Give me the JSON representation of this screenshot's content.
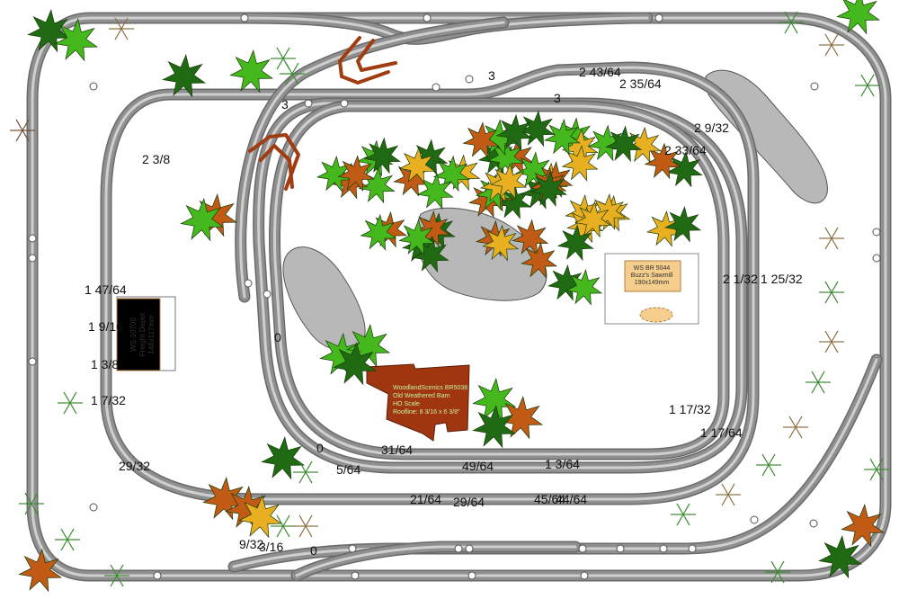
{
  "colors": {
    "rail": "#8f8f8f",
    "rail_edge": "#6a6a6a",
    "rail_center": "#cfcfcf",
    "rock": "#b8b8b8",
    "rock_edge": "#555555",
    "barn": "#a0360f",
    "depot": "#f5cd8c",
    "bridge": "#a13c10",
    "tree_light": "#44b81c",
    "tree_dark": "#1f6a12",
    "tree_autumn": "#c05a14",
    "tree_yellow": "#e8b020"
  },
  "labels": {
    "l_2_3_8": "2 3/8",
    "l_1_47_64": "1 47/64",
    "l_1_9_16": "1 9/16",
    "l_1_3_8": "1 3/8",
    "l_1_7_32": "1 7/32",
    "l_29_32": "29/32",
    "l_9_32": "9/32",
    "l_3_16": "3/16",
    "l_0_bottom": "0",
    "l_3_a": "3",
    "l_3_b": "3",
    "l_3_c": "3",
    "l_2_43_64": "2 43/64",
    "l_2_35_64": "2 35/64",
    "l_2_9_32": "2 9/32",
    "l_2_33_64": "2 33/64",
    "l_2_1_32": "2 1/32",
    "l_1_25_32": "1 25/32",
    "l_1_17_32": "1 17/32",
    "l_1_17_64": "1 17/64",
    "l_0_mid": "0",
    "l_0_inner": "0",
    "l_5_64": "5/64",
    "l_31_64": "31/64",
    "l_49_64": "49/64",
    "l_1_3_64": "1 3/64",
    "l_21_64": "21/64",
    "l_29_64": "29/64",
    "l_45_64": "45/64",
    "l_44_64": "44/64"
  },
  "buildings": {
    "depot": {
      "line1": "WS-10700",
      "line2": "Freight Depot",
      "line3": "148x117mm"
    },
    "barn": {
      "line1": "WoodlandScenics BR5038",
      "line2": "Old Weathered Barn",
      "line3": "HO Scale",
      "line4": "Roofline: 8 3/16 x 6 3/8\""
    },
    "sawmill": {
      "line1": "WS BR 5044",
      "line2": "Buzz's Sawmill",
      "line3": "190x149mm"
    }
  }
}
